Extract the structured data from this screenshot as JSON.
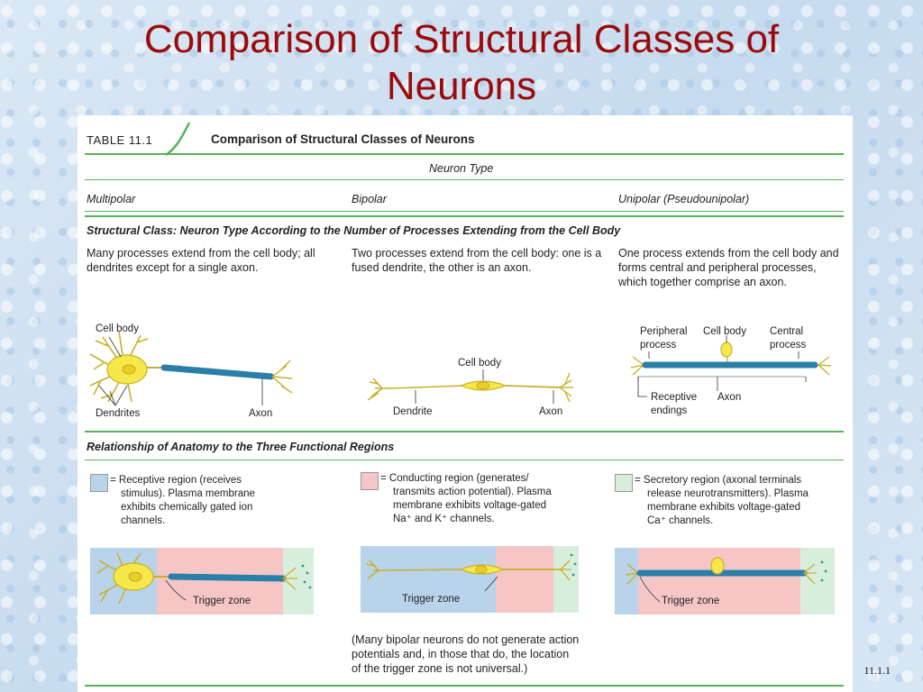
{
  "slide": {
    "title_line1": "Comparison of Structural Classes of",
    "title_line2": "Neurons",
    "slide_number": "11.1.1"
  },
  "table": {
    "tag": "TABLE 11.1",
    "caption": "Comparison of Structural Classes of Neurons",
    "neuron_type_header": "Neuron Type",
    "columns": [
      "Multipolar",
      "Bipolar",
      "Unipolar (Pseudounipolar)"
    ],
    "section1_title": "Structural Class: Neuron Type According to the Number of Processes Extending from the Cell Body",
    "descriptions": [
      "Many processes extend from the cell body; all dendrites except for a single axon.",
      "Two processes extend from the cell body: one is a fused dendrite, the other is an axon.",
      "One process extends from the cell body and forms central and peripheral processes, which together comprise an axon."
    ],
    "multipolar_labels": {
      "cell_body": "Cell body",
      "dendrites": "Dendrites",
      "axon": "Axon"
    },
    "bipolar_labels": {
      "cell_body": "Cell body",
      "dendrite": "Dendrite",
      "axon": "Axon"
    },
    "unipolar_labels": {
      "peripheral_process_1": "Peripheral",
      "peripheral_process_2": "process",
      "cell_body": "Cell body",
      "central_process_1": "Central",
      "central_process_2": "process",
      "receptive_endings_1": "Receptive",
      "receptive_endings_2": "endings",
      "axon": "Axon"
    },
    "section2_title": "Relationship of Anatomy to the Three Functional Regions",
    "regions": [
      {
        "lines": [
          "= Receptive region (receives",
          "stimulus). Plasma membrane",
          "exhibits chemically gated ion",
          "channels."
        ],
        "color": "#b9d3ea"
      },
      {
        "lines": [
          "= Conducting region (generates/",
          "transmits action potential). Plasma",
          "membrane exhibits voltage-gated",
          "Na⁺ and K⁺ channels."
        ],
        "color": "#f6c6c6"
      },
      {
        "lines": [
          "= Secretory region (axonal terminals",
          "release neurotransmitters). Plasma",
          "membrane exhibits voltage-gated",
          "Ca⁺ channels."
        ],
        "color": "#d8eedc"
      }
    ],
    "trigger_zone": "Trigger zone",
    "footnote_lines": [
      "(Many bipolar neurons do not generate action",
      "potentials and, in those that do, the location",
      "of the trigger zone is not universal.)"
    ]
  },
  "colors": {
    "title_red": "#9c0a0a",
    "rule_green": "#55b25a",
    "cell_yellow": "#f7e84a",
    "axon_blue": "#2a7fa8"
  }
}
